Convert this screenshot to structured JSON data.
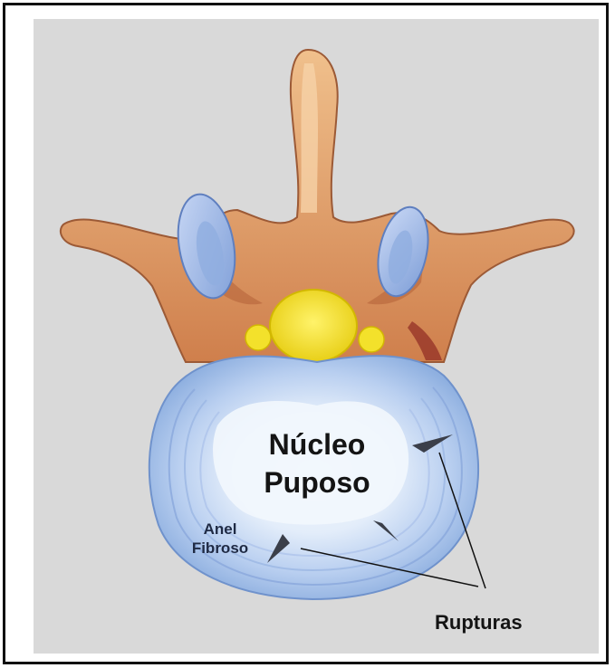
{
  "labels": {
    "nucleus_line1": "Núcleo",
    "nucleus_line2": "Puposo",
    "annulus_line1": "Anel",
    "annulus_line2": "Fibroso",
    "ruptures": "Rupturas"
  },
  "colors": {
    "bone": "#e8a873",
    "bone_shadow": "#b8643a",
    "cartilage": "#a9bfe8",
    "spinal_cord": "#f3e12b",
    "disc_outer": "#a9c3ea",
    "disc_inner": "#e6f0fb",
    "background": "#d9d9d9"
  }
}
